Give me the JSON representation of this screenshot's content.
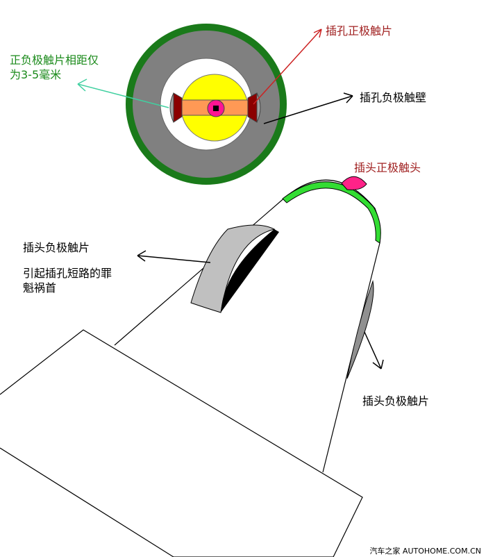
{
  "labels": {
    "socket_positive_contact": "插孔正极触片",
    "contact_distance_line1": "正负极触片相距仅",
    "contact_distance_line2": "为3-5毫米",
    "socket_negative_wall": "插孔负极触壁",
    "plug_positive_tip": "插头正极触头",
    "plug_negative_contact_upper": "插头负极触片",
    "culprit_line1": "引起插孔短路的罪",
    "culprit_line2": "魁祸首",
    "plug_negative_contact_lower": "插头负极触片"
  },
  "watermark": "汽车之家 AUTOHOME.COM.CN",
  "colors": {
    "outer_ring": "#1a7a1a",
    "socket_wall": "#808080",
    "insulator": "#ffffff",
    "center_pin": "#ffff00",
    "contact_bar": "#ff9955",
    "contact_end": "#8b0000",
    "center_dot": "#ff1493",
    "arrow_red": "#cc2222",
    "arrow_cyan": "#40d0a0",
    "arrow_black": "#000000",
    "text_red": "#a02020",
    "text_green": "#1a8a1a",
    "text_black": "#000000",
    "plug_collar": "#33dd33",
    "plug_tip": "#ff2288",
    "plug_blade_light": "#c0c0c0",
    "plug_blade_dark": "#000000",
    "plug_blade_side": "#909090"
  }
}
